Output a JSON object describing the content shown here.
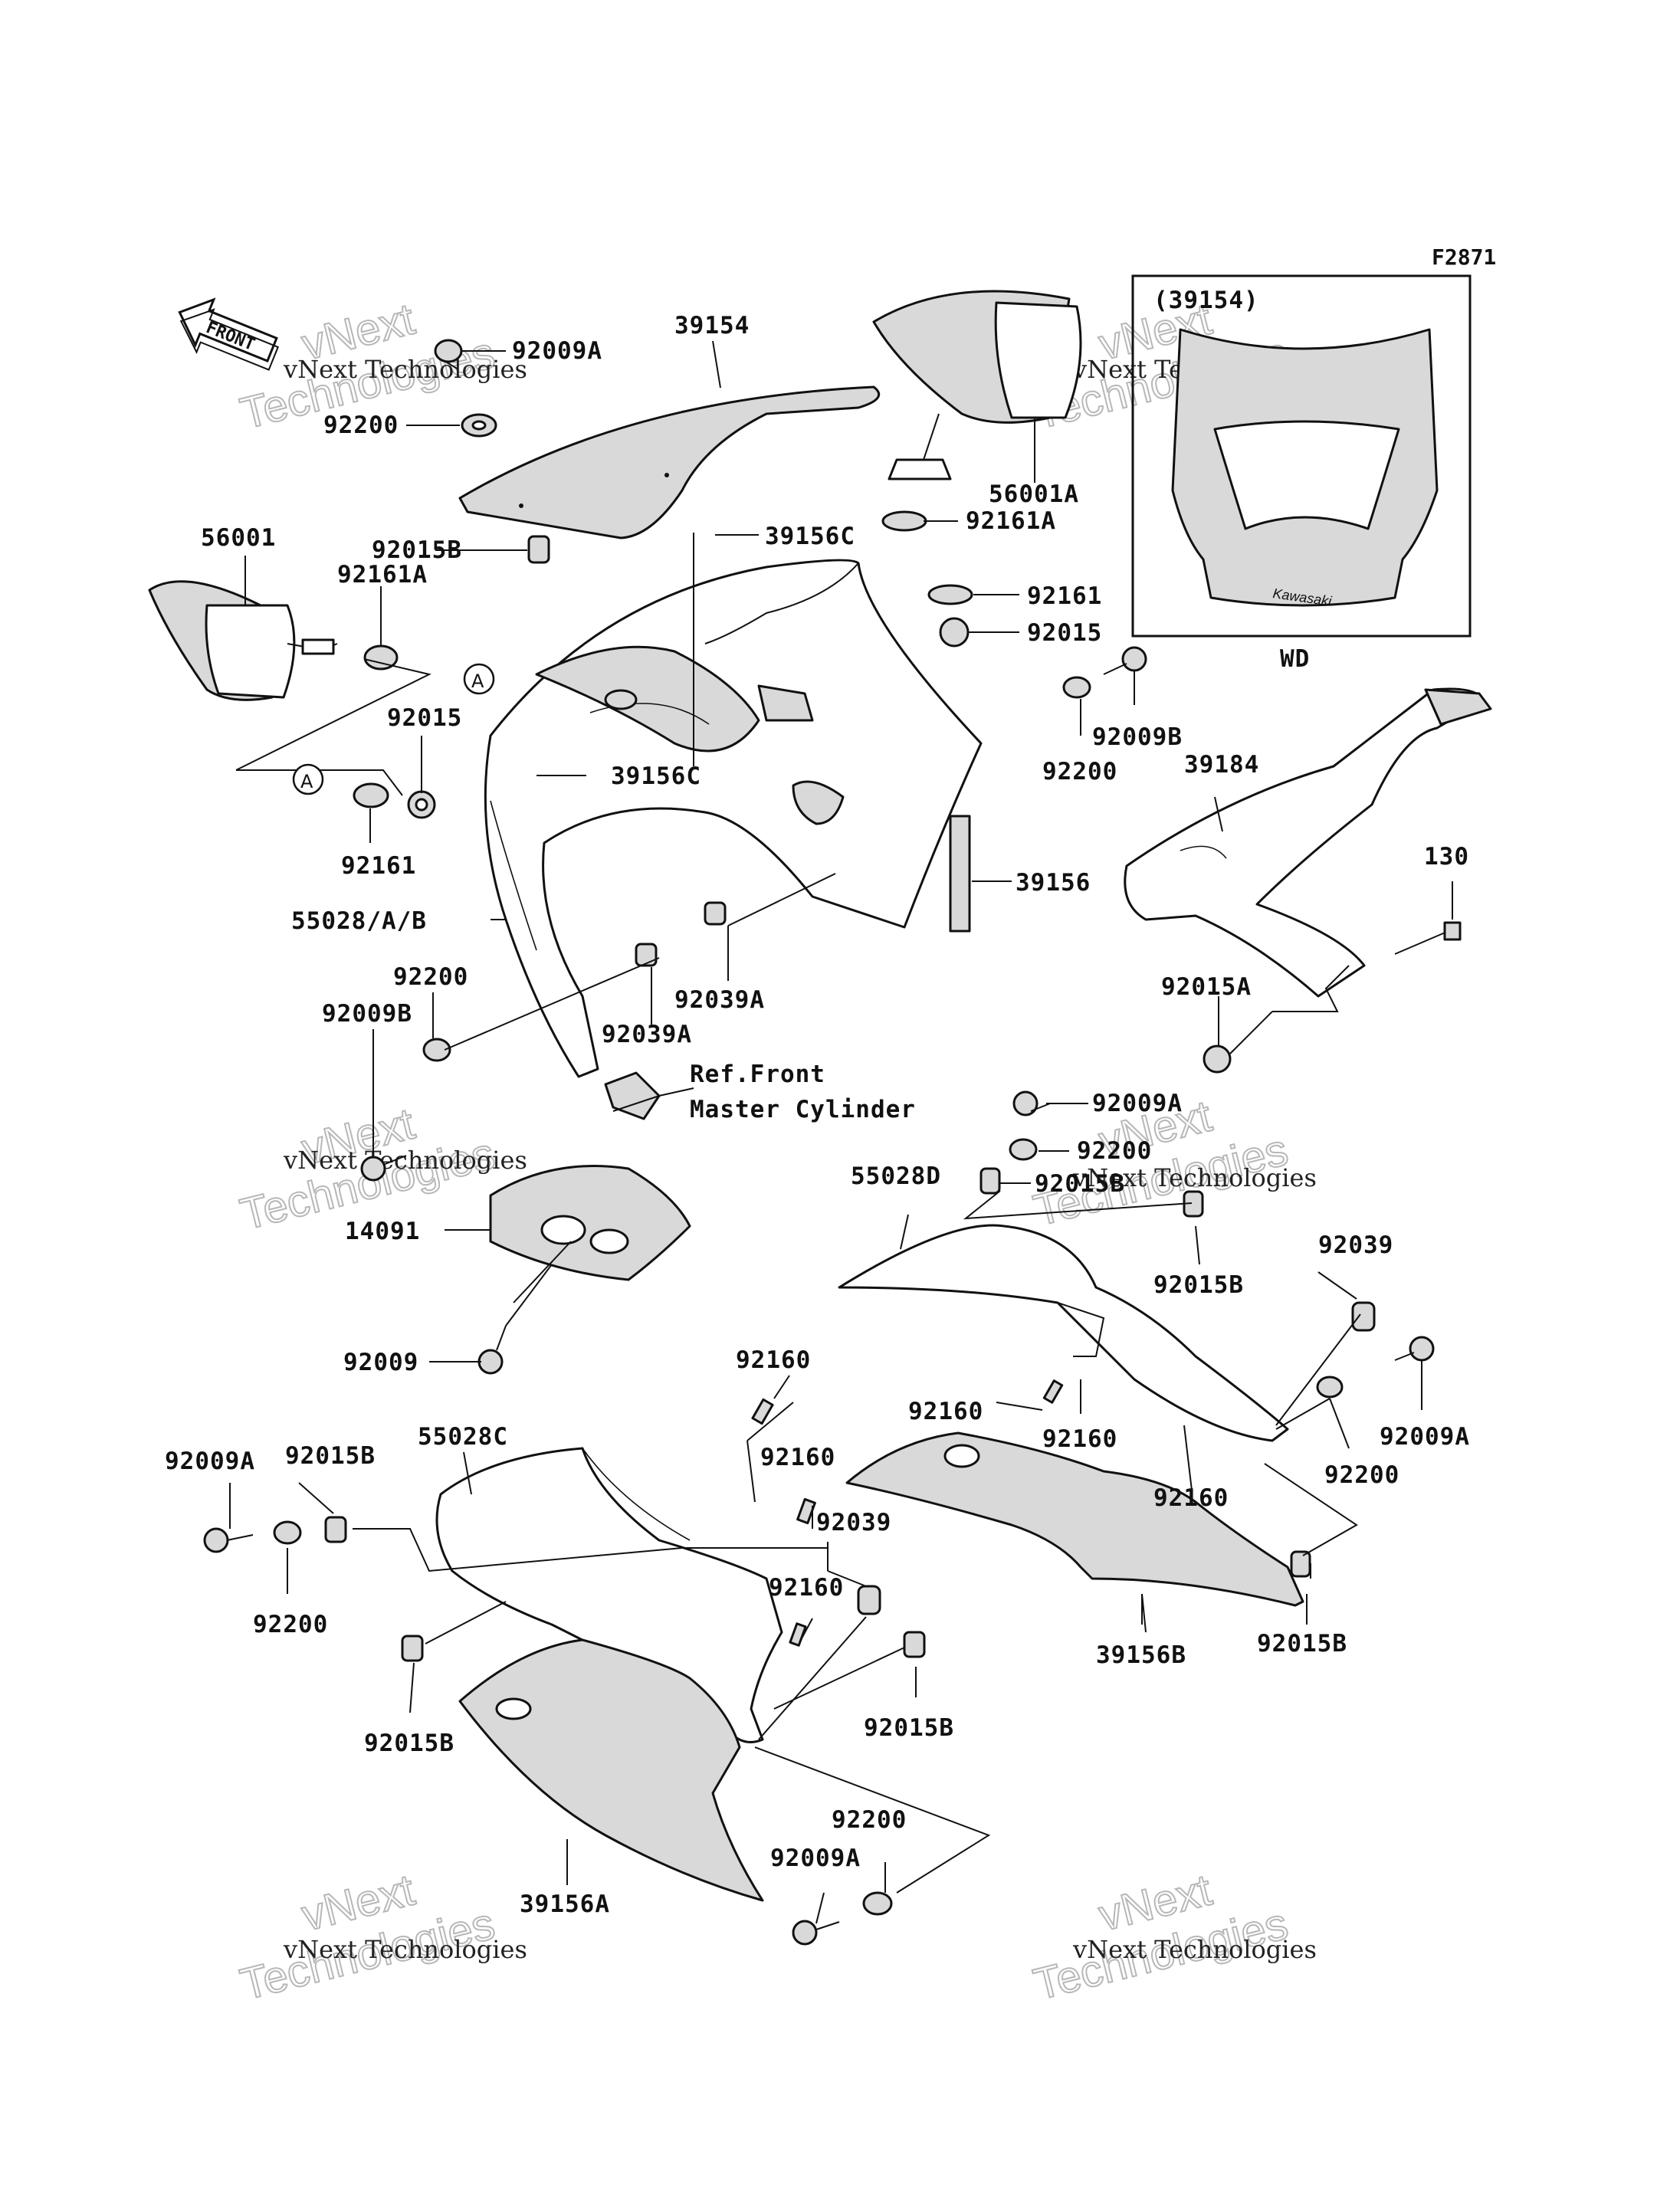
{
  "figure_id": "F2871",
  "front_arrow": "FRONT",
  "inset": {
    "part": "(39154)",
    "caption": "WD",
    "brand": "Kawasaki"
  },
  "reference": {
    "line1": "Ref.Front",
    "line2": "Master Cylinder"
  },
  "circle_marker": "A",
  "watermark": {
    "company": "vNext Technologies",
    "big1": "vNext",
    "big2": "Technologies"
  },
  "labels": {
    "p92009A_a": "92009A",
    "p39154": "39154",
    "p92200_a": "92200",
    "p56001": "56001",
    "p92015B_a": "92015B",
    "p39156C_a": "39156C",
    "p92161A_a": "92161A",
    "p56001A": "56001A",
    "p92161A_b": "92161A",
    "p92161_a": "92161",
    "p92015_a": "92015",
    "p92015_b": "92015",
    "p92009B_a": "92009B",
    "p92200_b": "92200",
    "p39184": "39184",
    "p39156C_b": "39156C",
    "p92161_b": "92161",
    "p39156": "39156",
    "p130": "130",
    "p55028": "55028/A/B",
    "p92200_c": "92200",
    "p92039A_a": "92039A",
    "p92009B_b": "92009B",
    "p92039A_b": "92039A",
    "p92015A": "92015A",
    "p92009A_b": "92009A",
    "p92200_d": "92200",
    "p55028D": "55028D",
    "p92015B_b": "92015B",
    "p14091": "14091",
    "p92015B_c": "92015B",
    "p92039_a": "92039",
    "p92009": "92009",
    "p92160_a": "92160",
    "p92160_b": "92160",
    "p92160_c": "92160",
    "p92009A_c": "92009A",
    "p92200_e": "92200",
    "p92160_d": "92160",
    "p92009A_d": "92009A",
    "p92015B_d": "92015B",
    "p55028C": "55028C",
    "p92160_e": "92160",
    "p92039_b": "92039",
    "p92200_f": "92200",
    "p92160_f": "92160",
    "p39156B": "39156B",
    "p92015B_e": "92015B",
    "p92015B_f": "92015B",
    "p92015B_g": "92015B",
    "p92200_g": "92200",
    "p92009A_e": "92009A",
    "p39156A": "39156A"
  }
}
